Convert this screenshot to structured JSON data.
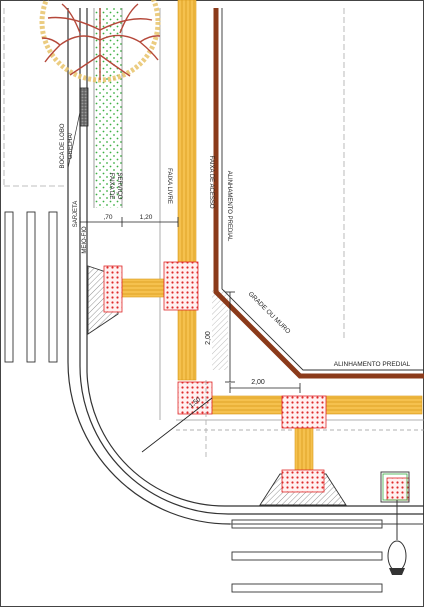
{
  "labels": {
    "grelha": "GRELHA/",
    "boca_de_lobo": "BOCA DE LOBO",
    "sarjeta": "SARJETA",
    "meio_fio": "MEIO-FIO",
    "faixa_de_servico_1": "FAIXA DE",
    "faixa_de_servico_2": "SERVIÇO",
    "faixa_livre": "FAIXA LIVRE",
    "faixa_de_acesso": "FAIXA DE ACESSO",
    "alinhamento_predial_v": "ALINHAMENTO PREDIAL",
    "alinhamento_predial_h": "ALINHAMENTO PREDIAL",
    "grade_ou_muro": "GRADE OU MURO"
  },
  "dimensions": {
    "d70": ",70",
    "d120": "1,20",
    "d200_v": "2,00",
    "d200_h": "2,00",
    "d150": "1,50"
  },
  "colors": {
    "tactile": "#f5c14e",
    "tactile_edge": "#d99a1a",
    "warning": "#e02a2a",
    "wall": "#8b3a1a",
    "green_dots": "#3cb043",
    "tree": "#b5483a",
    "canopy": "#e8c36a"
  }
}
